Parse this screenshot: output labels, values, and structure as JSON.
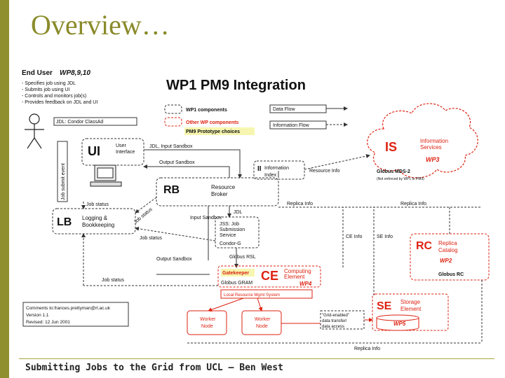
{
  "slide": {
    "title": "Overview…",
    "footer": "Submitting Jobs to the Grid from UCL – Ben West",
    "accent_color": "#8f8f2f"
  },
  "diagram": {
    "main_title": "WP1 PM9 Integration",
    "end_user": {
      "heading": "End User",
      "heading_wp": "WP8,9,10",
      "tasks": [
        "- Specifies job using JDL",
        "- Submits job using UI",
        "- Controls and monitors job(s)",
        "- Provides feedback on JDL and UI"
      ]
    },
    "jdl_label": "JDL: Condor ClassAd",
    "legend": {
      "wp1": "WP1 components",
      "other": "Other WP components",
      "pm9": "PM9 Prototype choices",
      "data_flow": "Data Flow",
      "info_flow": "Information Flow"
    },
    "job_submit_event": "Job submit event",
    "ui": {
      "abbr": "UI",
      "name_line1": "User",
      "name_line2": "Interface"
    },
    "edges": {
      "jdl_input_sandbox": "JDL, Input Sandbox",
      "output_sandbox": "Output Sandbox",
      "job_status_top": "Job status",
      "job_status_mid": "Job status",
      "job_status_bottom": "Job status",
      "job_status_diag": "Job status",
      "jdl_mid": "JDL",
      "input_sandbox": "Input Sandbox",
      "output_sandbox_lower": "Output Sandbox",
      "replica_info_left": "Replica Info",
      "replica_info_right": "Replica Info",
      "replica_info_bottom": "Replica Info",
      "resource_info": "Resource Info",
      "ce_info": "CE Info",
      "se_info": "SE Info",
      "globus_rsl": "Globus RSL"
    },
    "ii": {
      "abbr": "II",
      "line1": "Information",
      "line2": "Index"
    },
    "is": {
      "abbr": "IS",
      "line1": "Information",
      "line2": "Services",
      "wp": "WP3",
      "globus": "Globus MDS-2",
      "note": "(Not enforced by WP1 in PM9)"
    },
    "rb": {
      "abbr": "RB",
      "line1": "Resource",
      "line2": "Broker"
    },
    "lb": {
      "abbr": "LB",
      "line1": "Logging &",
      "line2": "Bookkeeping"
    },
    "jss": {
      "line1": "JSS: Job",
      "line2": "Submission",
      "line3": "Service",
      "line4": "Condor-G"
    },
    "ce": {
      "abbr": "CE",
      "gatekeeper": "Gatekeeper",
      "globus_gram": "Globus GRAM",
      "line1": "Computing",
      "line2": "Element",
      "wp": "WP4",
      "lrms": "Local Resource Mgmt System"
    },
    "worker_node": {
      "line1": "Worker",
      "line2": "Node"
    },
    "rc": {
      "abbr": "RC",
      "line1": "Replica",
      "line2": "Catalog",
      "wp": "WP2",
      "globus": "Globus RC"
    },
    "se": {
      "abbr": "SE",
      "line1": "Storage",
      "line2": "Element",
      "wp": "WP5"
    },
    "grid_db": {
      "line1": "\"Grid-enabled\"",
      "line2": "data transfer/",
      "line3": "data access"
    },
    "comments": {
      "line1": "Comments to:frances.prettyman@rl.ac.uk",
      "line2": "Version 1.1",
      "line3": "Revised: 12 Jun 2001"
    }
  }
}
